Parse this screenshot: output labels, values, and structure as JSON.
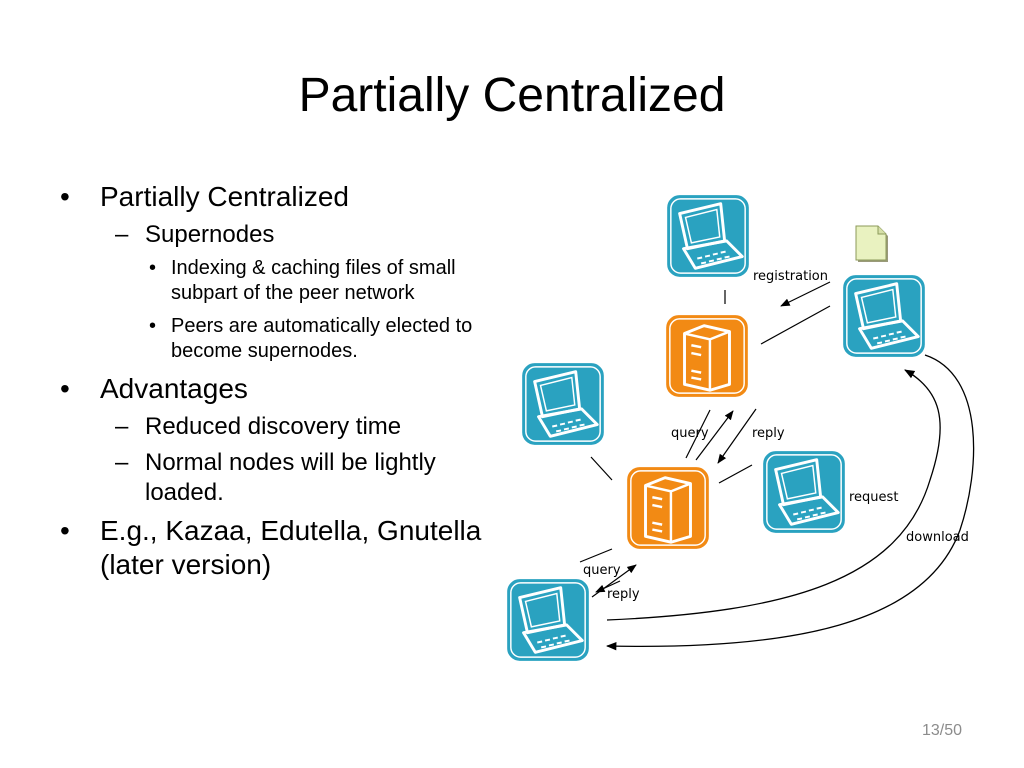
{
  "slide": {
    "title": "Partially Centralized",
    "page_number": "13/50"
  },
  "bullets": [
    {
      "level": 1,
      "text": "Partially Centralized"
    },
    {
      "level": 2,
      "text": "Supernodes"
    },
    {
      "level": 3,
      "text": "Indexing & caching files of small subpart of the peer network"
    },
    {
      "level": 3,
      "text": "Peers are automatically elected to become supernodes."
    },
    {
      "level": 1,
      "text": "Advantages"
    },
    {
      "level": 2,
      "text": "Reduced discovery time"
    },
    {
      "level": 2,
      "text": "Normal nodes will be lightly loaded."
    },
    {
      "level": 1,
      "text": "E.g., Kazaa, Edutella, Gnutella (later version)"
    }
  ],
  "diagram": {
    "labels": {
      "registration": "registration",
      "query_upper": "query",
      "reply_upper": "reply",
      "request": "request",
      "download": "download",
      "query_lower": "query",
      "reply_lower": "reply"
    },
    "colors": {
      "peer_fill": "#2aa2c0",
      "supernode_fill": "#f28a14",
      "file_fill": "#e9f2c0",
      "line": "#000000"
    },
    "nodes": [
      {
        "name": "peer-top",
        "kind": "peer-icon"
      },
      {
        "name": "peer-registering",
        "kind": "peer-icon"
      },
      {
        "name": "peer-left",
        "kind": "peer-icon"
      },
      {
        "name": "peer-provider",
        "kind": "peer-icon"
      },
      {
        "name": "peer-requester",
        "kind": "peer-icon"
      },
      {
        "name": "supernode-upper",
        "kind": "server-icon"
      },
      {
        "name": "supernode-lower",
        "kind": "server-icon"
      },
      {
        "name": "shared-file",
        "kind": "file-icon"
      }
    ]
  }
}
